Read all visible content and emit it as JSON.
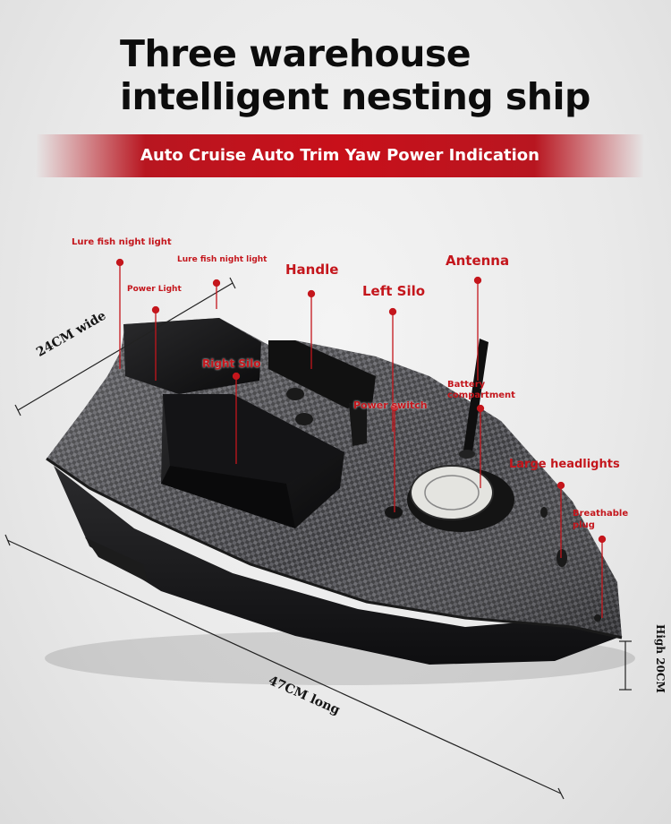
{
  "header": {
    "title_line1": "Three warehouse",
    "title_line2": "intelligent nesting ship",
    "features_banner": "Auto Cruise Auto Trim Yaw Power Indication"
  },
  "callouts": {
    "lure_light_1": "Lure fish night light",
    "lure_light_2": "Lure fish night light",
    "power_light": "Power Light",
    "handle": "Handle",
    "antenna": "Antenna",
    "left_silo": "Left Silo",
    "right_silo": "Right Silo",
    "power_switch": "Power switch",
    "battery_line1": "Battery",
    "battery_line2": "compartment",
    "large_headlights": "Large headlights",
    "breathable_line1": "Breathable",
    "breathable_line2": "plug"
  },
  "dimensions": {
    "width": "24CM wide",
    "length": "47CM long",
    "height": "High 20CM"
  },
  "colors": {
    "callout_red": "#c4161c",
    "banner_red": "#c8101a",
    "hull_dark": "#2a2a2c"
  }
}
